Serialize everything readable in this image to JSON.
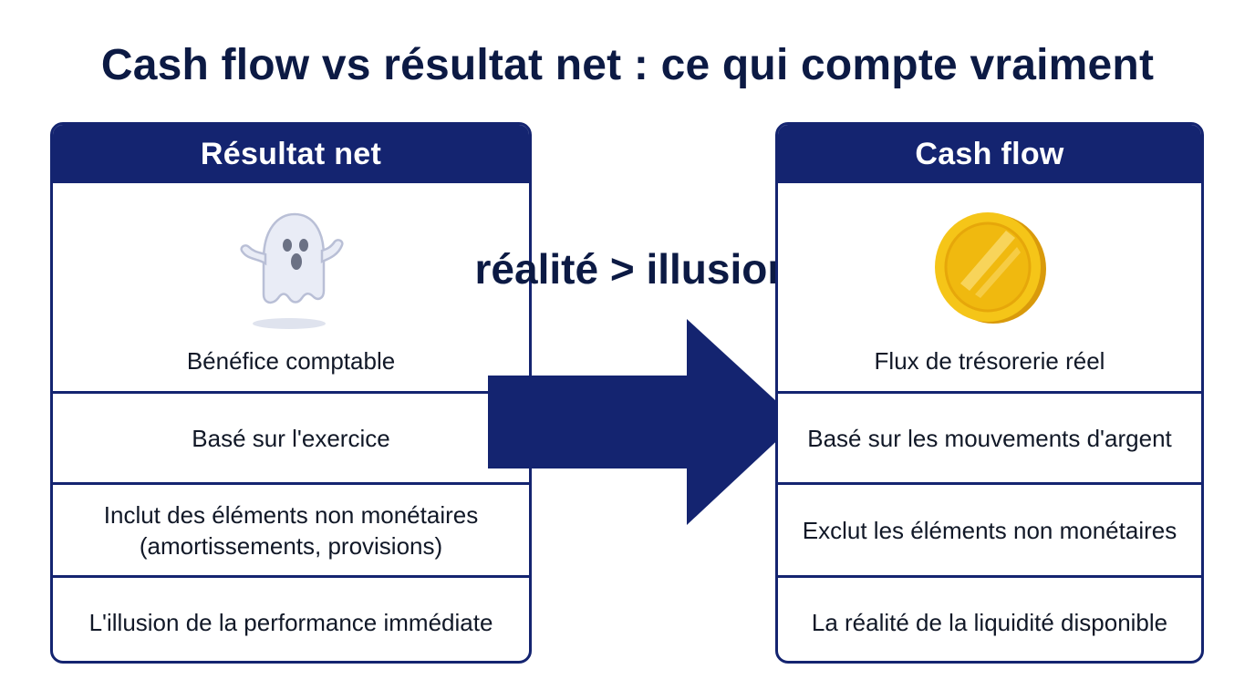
{
  "title": "Cash flow vs résultat net : ce qui compte vraiment",
  "center_label": "réalité > illusion",
  "colors": {
    "navy": "#142470",
    "title": "#0c1a44",
    "coin": "#f5c518",
    "ghost": "#e8ebf5"
  },
  "left_panel": {
    "header": "Résultat net",
    "icon": "ghost-icon",
    "rows": [
      "Bénéfice comptable",
      "Basé sur l'exercice",
      "Inclut des éléments non monétaires (amortissements, provisions)",
      "L'illusion de la performance immédiate"
    ]
  },
  "right_panel": {
    "header": "Cash flow",
    "icon": "gold-coin-icon",
    "rows": [
      "Flux de trésorerie réel",
      "Basé sur les mouvements d'argent",
      "Exclut les éléments non monétaires",
      "La réalité de la liquidité disponible"
    ]
  }
}
